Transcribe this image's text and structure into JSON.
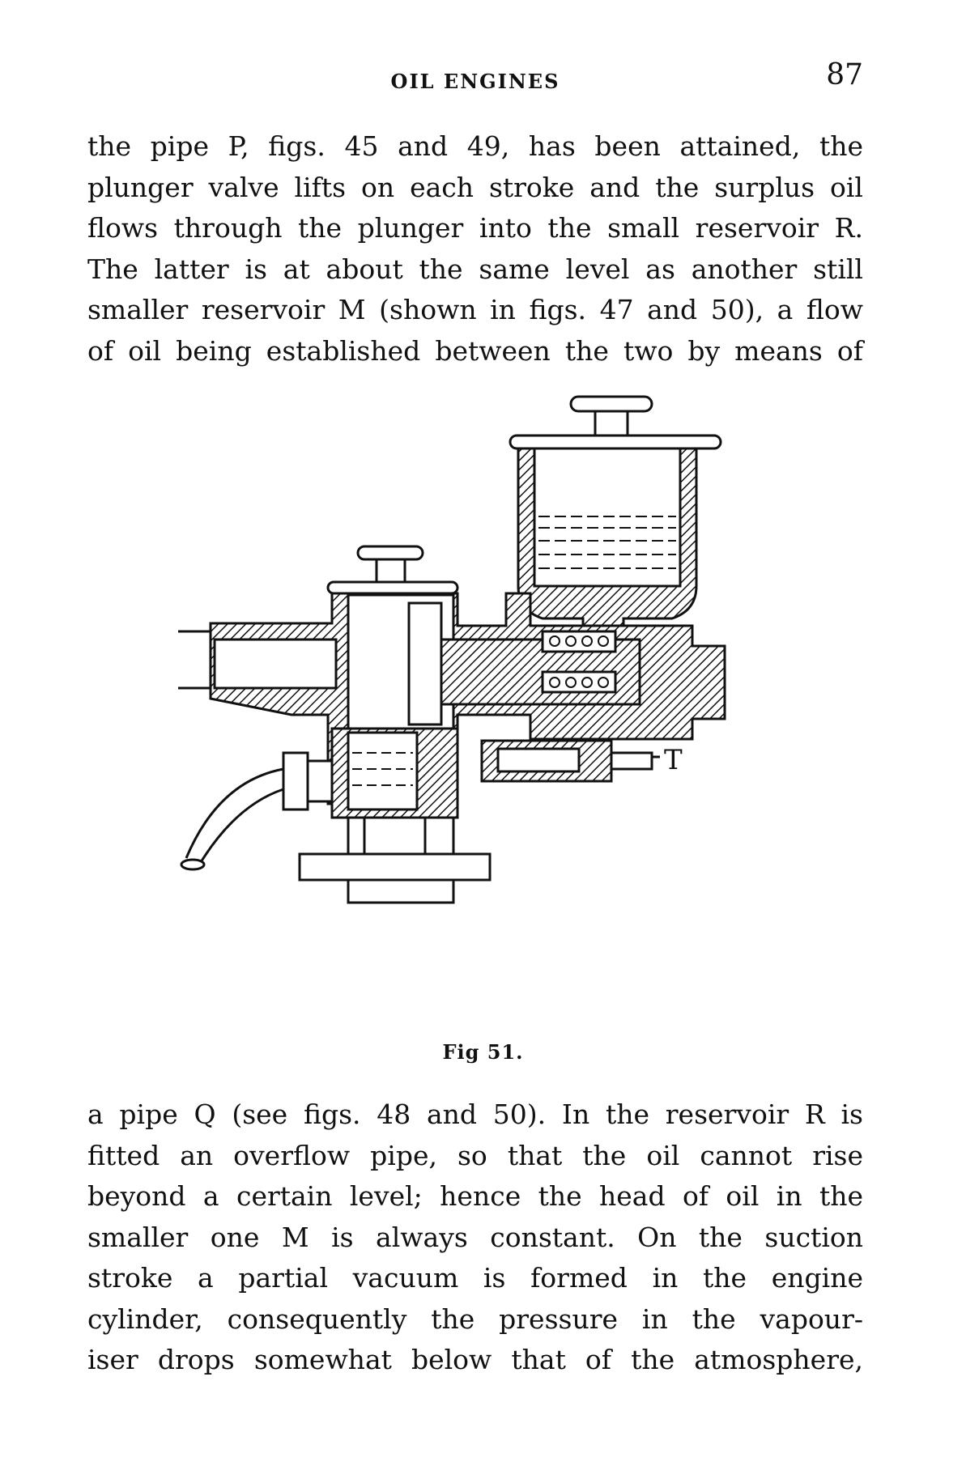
{
  "header": {
    "running_title": "OIL ENGINES",
    "page_number": "87"
  },
  "paragraph1": [
    "the pipe P, figs. 45 and 49, has been attained, the",
    "plunger valve lifts on each stroke and the surplus oil",
    "flows through the plunger into the small reservoir R.",
    "The latter is at about the same level as another still",
    "smaller reservoir M (shown in figs. 47 and 50), a flow",
    "of oil being established between the two by means of"
  ],
  "figure": {
    "caption": "Fig 51.",
    "label_t": "T"
  },
  "paragraph2": [
    "a pipe Q (see figs. 48 and 50).  In the reservoir R is",
    "fitted an overflow pipe, so that the oil cannot rise",
    "beyond a certain level; hence the head of oil in the",
    "smaller one M is always constant.  On the suction",
    "stroke a partial vacuum is formed in the engine",
    "cylinder, consequently the pressure in the vapour-",
    "iser drops somewhat below that of the atmosphere,"
  ]
}
